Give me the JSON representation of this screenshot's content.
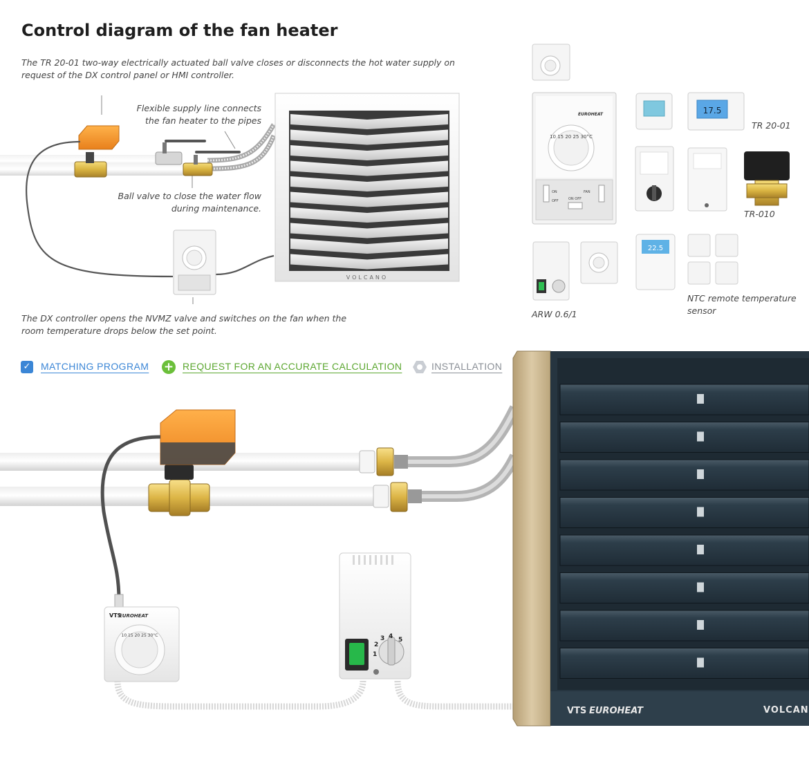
{
  "page": {
    "title": "Control diagram of the fan heater"
  },
  "captions": {
    "valve_info": "The TR 20-01 two-way electrically actuated ball valve closes or disconnects the hot water supply on request of the DX control panel or HMI controller.",
    "flexible_line_1": "Flexible supply line connects",
    "flexible_line_2": "the fan heater to the pipes",
    "ball_valve_1": "Ball valve to close the water flow",
    "ball_valve_2": "during maintenance.",
    "dx_controller": "The DX controller opens the NVMZ valve and switches on the fan when the room temperature drops below the set point."
  },
  "product_labels": {
    "tr2001": "TR 20-01",
    "tr010": "TR-010",
    "arw": "ARW 0.6/1",
    "ntc_1": "NTC remote temperature",
    "ntc_2": "sensor"
  },
  "device_text": {
    "brand": "EUROHEAT",
    "vts": "VTS",
    "heater": "VOLCANO",
    "heater_cut": "VOLCAN",
    "thermo_scale": "10 15 20 25 30°C",
    "dx_on": "ON",
    "dx_off": "OFF",
    "dx_fan": "FAN",
    "dx_onoff": "ON  OFF",
    "lcd_1": "17.5",
    "lcd_2": "22.5",
    "speeds": [
      "1",
      "2",
      "3",
      "4",
      "5"
    ]
  },
  "actions": {
    "matching": "MATCHING PROGRAM",
    "request": "REQUEST FOR AN ACCURATE CALCULATION",
    "installation": "INSTALLATION"
  },
  "colors": {
    "accent_blue": "#3b86d6",
    "accent_green": "#6bbf3a",
    "actuator_orange": "#f39a2d",
    "heater_dark": "#2c3d48",
    "heater_frame": "#c9b48e",
    "brass": "#d9b441"
  }
}
